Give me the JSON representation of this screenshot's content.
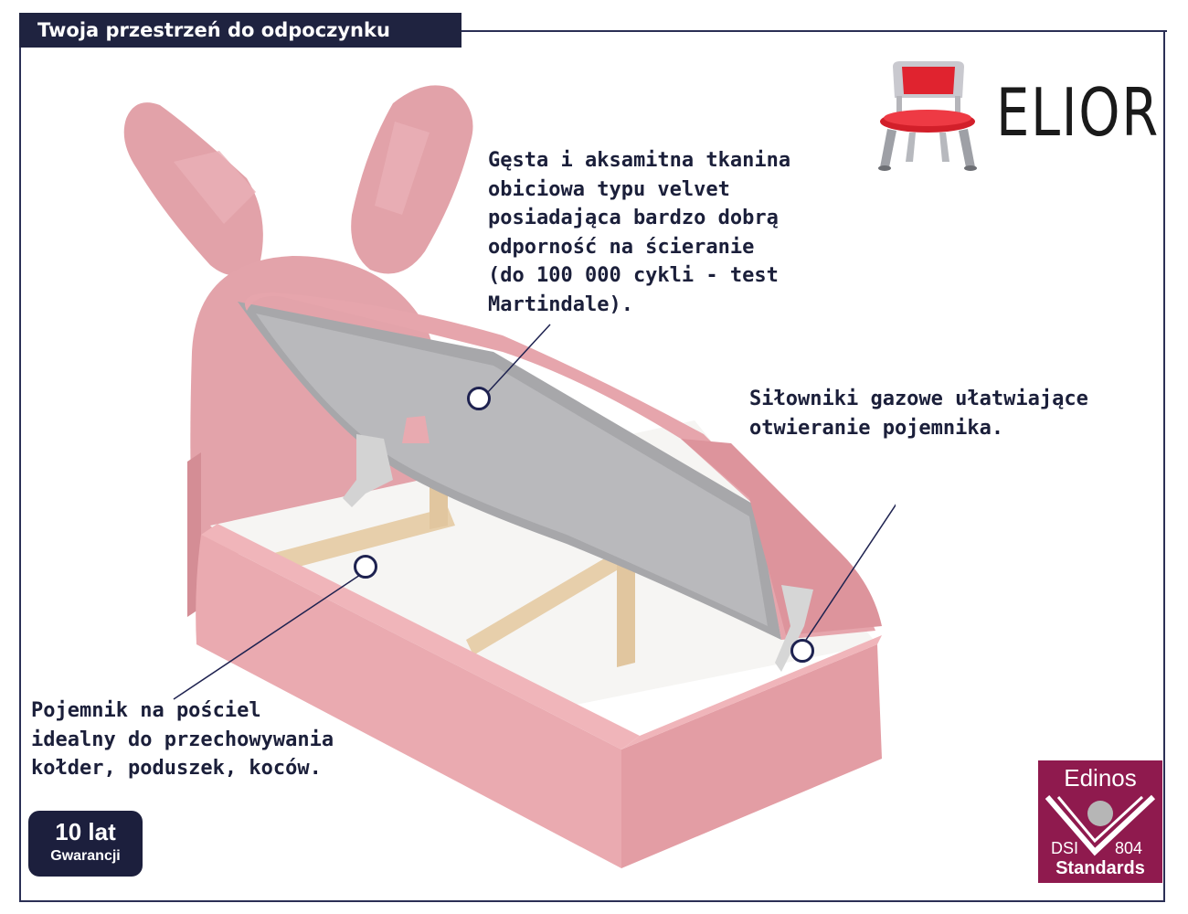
{
  "header": {
    "title": "Twoja przestrzeń do odpoczynku"
  },
  "brand": {
    "name": "ELIOR",
    "icon": "chair-icon"
  },
  "callouts": {
    "fabric": "Gęsta i aksamitna tkanina\nobiciowa typu velvet\nposiadająca bardzo dobrą\nodporność na ścieranie\n(do 100 000 cykli - test\nMartindale).",
    "gas_lift": "Siłowniki gazowe ułatwiające\notwieranie pojemnika.",
    "storage": "Pojemnik na pościel\nidealny do przechowywania\nkołder, poduszek, koców."
  },
  "warranty": {
    "years": "10 lat",
    "label": "Gwarancji"
  },
  "certification": {
    "brand": "Edinos",
    "code_left": "DSI",
    "code_right": "804",
    "standards": "Standards"
  },
  "colors": {
    "accent_dark": "#1f2340",
    "fabric_pink": "#e9a8ae",
    "badge": "#8f1a4e"
  }
}
